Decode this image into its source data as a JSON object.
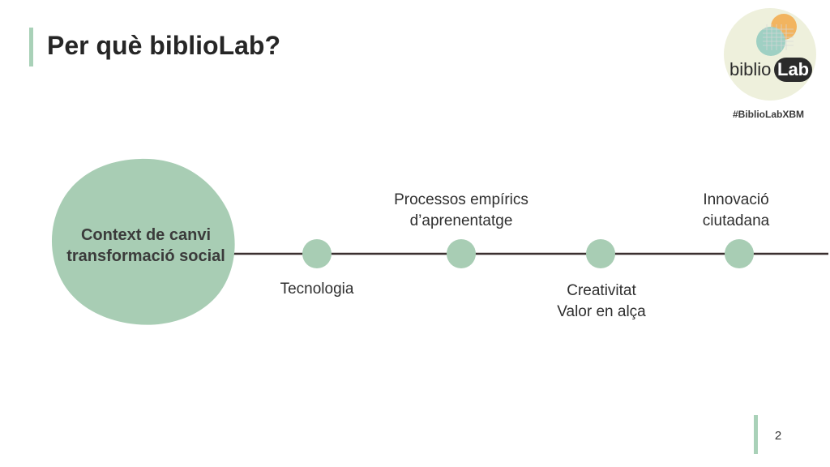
{
  "slide": {
    "title": "Per què biblioLab?",
    "hashtag": "#BiblioLabXBM",
    "page_number": "2"
  },
  "logo": {
    "text_left": "biblio",
    "text_right": "Lab"
  },
  "timeline": {
    "start_label": "Context de canvi transformació social",
    "milestones": [
      {
        "label_line1": "Tecnologia",
        "label_line2": ""
      },
      {
        "label_line1": "Processos empírics",
        "label_line2": "d’aprenentatge"
      },
      {
        "label_line1": "Creativitat",
        "label_line2": "Valor en alça"
      },
      {
        "label_line1": "Innovació",
        "label_line2": "ciutadana"
      }
    ]
  },
  "colors": {
    "accent_green": "#a9d1b8",
    "node_green": "#a8cdb4",
    "line": "#3a2f2f",
    "logo_bg": "#eef0dc",
    "logo_orange": "#f2b45f",
    "logo_teal": "#9fd0c3",
    "logo_dark": "#2b2b2b"
  }
}
